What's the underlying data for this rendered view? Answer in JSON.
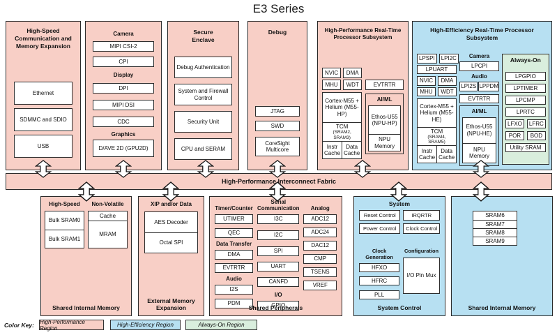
{
  "title": "E3 Series",
  "fabric_label": "High-Performance Interconnect Fabric",
  "colors": {
    "hp_region": "#f8cfc6",
    "he_region": "#b7e0f2",
    "ao_region": "#d9eedd"
  },
  "top": {
    "hs_comm": {
      "title": "High-Speed Communication and Memory Expansion",
      "items": [
        "Ethernet",
        "SDMMC and SDIO",
        "USB"
      ]
    },
    "mm": {
      "camera_h": "Camera",
      "camera_items": [
        "MIPI CSI-2",
        "CPI"
      ],
      "display_h": "Display",
      "display_items": [
        "DPI",
        "MIPI DSI",
        "CDC"
      ],
      "graphics_h": "Graphics",
      "graphics_items": [
        "D/AVE 2D (GPU2D)"
      ]
    },
    "secure": {
      "title": "Secure Enclave",
      "items": [
        "Debug Authentication",
        "System and Firewall Control",
        "Security Unit",
        "CPU and SERAM"
      ]
    },
    "debug": {
      "title": "Debug",
      "items": [
        "JTAG",
        "SWD",
        "CoreSight Multicore"
      ]
    },
    "hp": {
      "title": "High-Performance Real-Time Processor Subsystem",
      "nvic": "NVIC",
      "dma": "DMA",
      "mhu": "MHU",
      "wdt": "WDT",
      "evtrtr": "EVTRTR",
      "cpu": "Cortex-M55 + Helium (M55-HP)",
      "tcm": "TCM",
      "tcm_sub": "(SRAM2, SRAM3)",
      "icache": "Instr Cache",
      "dcache": "Data Cache",
      "aiml_h": "AI/ML",
      "npu": "Ethos-U55 (NPU-HP)",
      "npu_mem": "NPU Memory"
    },
    "he": {
      "title": "High-Efficiency Real-Time Processor Subsystem",
      "lpspi": "LPSPI",
      "lpi2c": "LPI2C",
      "lpuart": "LPUART",
      "nvic": "NVIC",
      "dma": "DMA",
      "mhu": "MHU",
      "wdt": "WDT",
      "cpu": "Cortex-M55 + Helium (M55-HE)",
      "tcm": "TCM",
      "tcm_sub": "(SRAM4, SRAM5)",
      "icache": "Instr Cache",
      "dcache": "Data Cache",
      "camera_h": "Camera",
      "lpcpi": "LPCPI",
      "audio_h": "Audio",
      "lpi2s": "LPI2S",
      "lppdm": "LPPDM",
      "evtrtr": "EVTRTR",
      "aiml_h": "AI/ML",
      "npu": "Ethos-U55 (NPU-HE)",
      "npu_mem": "NPU Memory",
      "ao": {
        "h": "Always-On",
        "items": [
          "LPGPIO",
          "LPTIMER",
          "LPCMP",
          "LPRTC"
        ],
        "pair1": [
          "LFXO",
          "LFRC"
        ],
        "pair2": [
          "POR",
          "BOD"
        ],
        "last": "Utility SRAM"
      }
    }
  },
  "bottom": {
    "mem_hp": {
      "col1_h": "High-Speed",
      "col1_items": [
        "Bulk SRAM0",
        "Bulk SRAM1"
      ],
      "col2_h": "Non-Volatile",
      "col2_items": [
        "Cache",
        "MRAM"
      ],
      "footer": "Shared Internal Memory"
    },
    "ext_mem": {
      "h": "XIP and/or Data",
      "items": [
        "AES Decoder",
        "Octal SPI"
      ],
      "footer": "External Memory Expansion"
    },
    "periph": {
      "footer": "Shared Peripherals",
      "timer_h": "Timer/Counter",
      "timer_items": [
        "UTIMER",
        "QEC"
      ],
      "dt_h": "Data Transfer",
      "dt_items": [
        "DMA",
        "EVTRTR"
      ],
      "audio_h": "Audio",
      "audio_items": [
        "I2S",
        "PDM"
      ],
      "serial_h": "Serial Communication",
      "serial_items": [
        "I3C",
        "I2C",
        "SPI",
        "UART",
        "CANFD"
      ],
      "io_h": "I/O",
      "io_items": [
        "GPIO"
      ],
      "analog_h": "Analog",
      "analog_items": [
        "ADC12",
        "ADC24",
        "DAC12",
        "CMP",
        "TSENS",
        "VREF"
      ]
    },
    "sysctl": {
      "h": "System",
      "sys_items": [
        "Reset Control",
        "IRQRTR",
        "Power Control",
        "Clock Control"
      ],
      "clk_h": "Clock Generation",
      "clk_items": [
        "HFXO",
        "HFRC",
        "PLL"
      ],
      "cfg_h": "Configuration",
      "cfg_item": "I/O Pin Mux",
      "footer": "System Control"
    },
    "mem_he": {
      "items": [
        "SRAM6",
        "SRAM7",
        "SRAM8",
        "SRAM9"
      ],
      "footer": "Shared Internal Memory"
    }
  },
  "color_key": {
    "label": "Color Key:",
    "hp": "High-Performance Region",
    "he": "High-Efficiency Region",
    "ao": "Always-On Region"
  }
}
